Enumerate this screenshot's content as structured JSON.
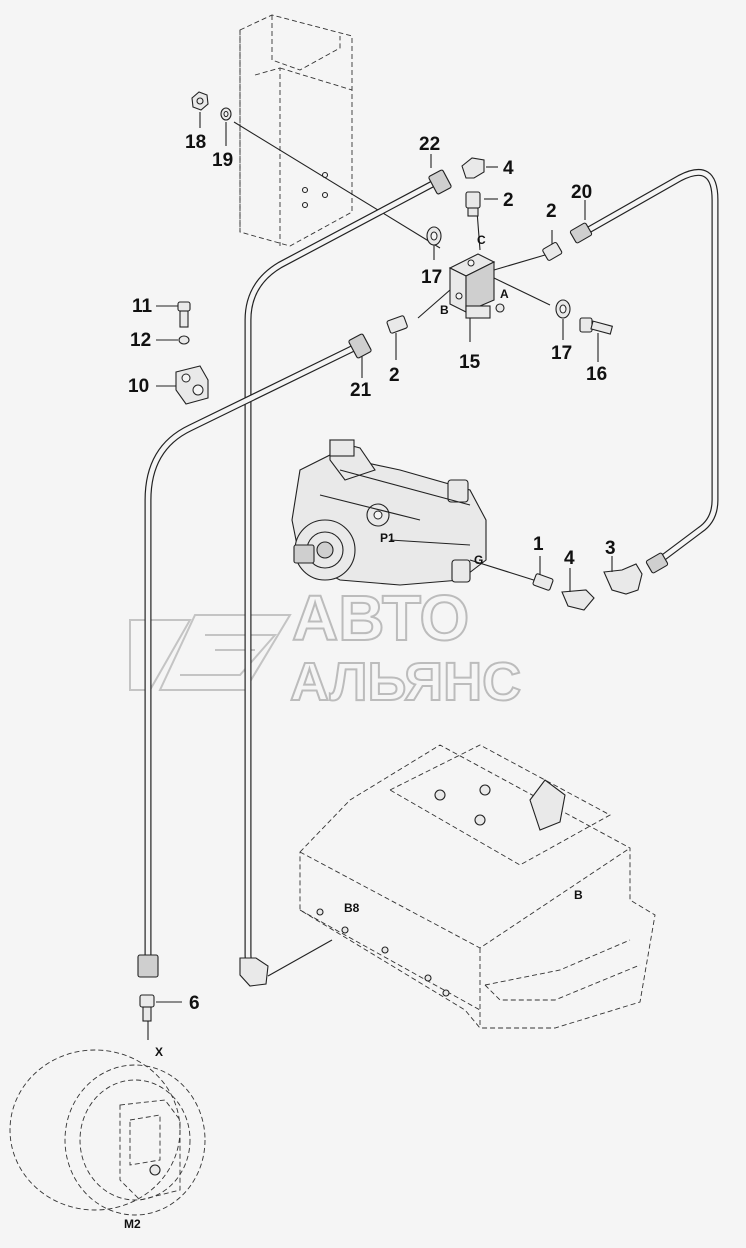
{
  "callouts": {
    "c1": "1",
    "c2a": "2",
    "c2b": "2",
    "c2c": "2",
    "c3": "3",
    "c4a": "4",
    "c4b": "4",
    "c6": "6",
    "c10": "10",
    "c11": "11",
    "c12": "12",
    "c15": "15",
    "c16": "16",
    "c17a": "17",
    "c17b": "17",
    "c18": "18",
    "c19": "19",
    "c20": "20",
    "c21": "21",
    "c22": "22"
  },
  "ports": {
    "a": "A",
    "b": "B",
    "c": "C",
    "g": "G",
    "x": "X",
    "p1": "P1",
    "b8": "B8",
    "tank_b": "B",
    "m2": "M2"
  },
  "watermark": {
    "line1": "АВТО",
    "line2": "АЛЬЯНС"
  }
}
